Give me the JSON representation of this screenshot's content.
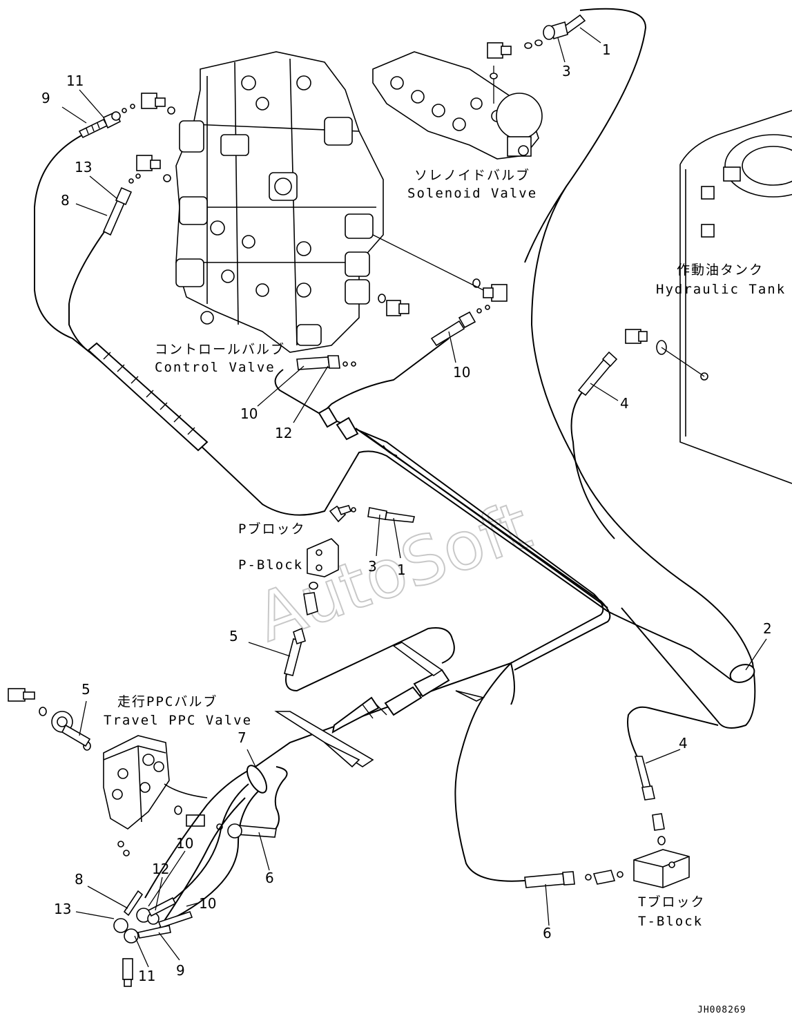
{
  "components": {
    "control_valve": {
      "label_jp": "コントロールバルブ",
      "label_en": "Control Valve"
    },
    "solenoid_valve": {
      "label_jp": "ソレノイドバルブ",
      "label_en": "Solenoid Valve"
    },
    "hydraulic_tank": {
      "label_jp": "作動油タンク",
      "label_en": "Hydraulic Tank"
    },
    "p_block": {
      "label_jp": "Pブロック",
      "label_en": "P-Block"
    },
    "t_block": {
      "label_jp": "Tブロック",
      "label_en": "T-Block"
    },
    "travel_ppc_valve": {
      "label_jp": "走行PPCバルブ",
      "label_en": "Travel PPC Valve"
    }
  },
  "callouts": {
    "c1a": "1",
    "c3a": "3",
    "c11a": "11",
    "c9a": "9",
    "c13a": "13",
    "c8a": "8",
    "c10a": "10",
    "c12a": "12",
    "c10b": "10",
    "c4a": "4",
    "c3b": "3",
    "c1b": "1",
    "c5a": "5",
    "c2": "2",
    "c5b": "5",
    "c7": "7",
    "c4b": "4",
    "c6a": "6",
    "c10c": "10",
    "c12b": "12",
    "c8b": "8",
    "c10d": "10",
    "c13b": "13",
    "c11b": "11",
    "c9b": "9",
    "c6b": "6"
  },
  "watermark": "AutoSoft",
  "drawing_code": "JH008269"
}
